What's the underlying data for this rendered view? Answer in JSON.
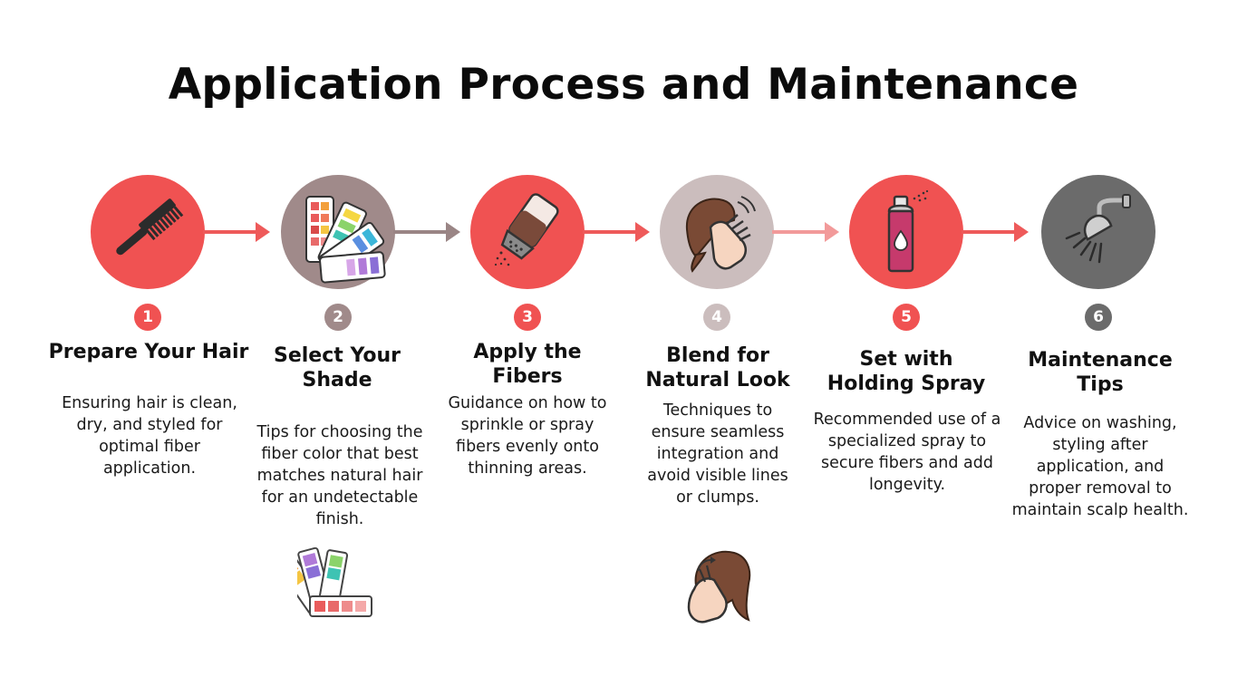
{
  "title": "Application Process and Maintenance",
  "colors": {
    "red": "#f05252",
    "taupe": "#a08a8a",
    "light_taupe": "#cbbdbd",
    "gray": "#6b6b6b",
    "arrow_red": "#ee5a5a",
    "arrow_taupe": "#9a8585",
    "arrow_light_red": "#f29a9a"
  },
  "steps": [
    {
      "number": "1",
      "title": "Prepare Your Hair",
      "description": "Ensuring hair is clean, dry, and styled for optimal fiber application.",
      "icon": "comb-icon",
      "color": "#f05252"
    },
    {
      "number": "2",
      "title": "Select Your Shade",
      "description": "Tips for choosing the fiber color that best matches natural hair for an undetectable finish.",
      "icon": "color-swatch-icon",
      "color": "#a08a8a"
    },
    {
      "number": "3",
      "title": "Apply the Fibers",
      "description": "Guidance on how to sprinkle or spray fibers evenly onto thinning areas.",
      "icon": "shaker-icon",
      "color": "#f05252"
    },
    {
      "number": "4",
      "title": "Blend for Natural Look",
      "description": "Techniques to ensure seamless integration and avoid visible lines or clumps.",
      "icon": "hand-on-hair-icon",
      "color": "#cbbdbd"
    },
    {
      "number": "5",
      "title": "Set with Holding Spray",
      "description": "Recommended use of a specialized spray to secure fibers and add longevity.",
      "icon": "spray-can-icon",
      "color": "#f05252"
    },
    {
      "number": "6",
      "title": "Maintenance Tips",
      "description": "Advice on washing, styling after application, and proper removal to maintain scalp health.",
      "icon": "shower-head-icon",
      "color": "#6b6b6b"
    }
  ],
  "extra_icons": [
    "color-swatch-icon",
    "hand-on-hair-icon"
  ]
}
